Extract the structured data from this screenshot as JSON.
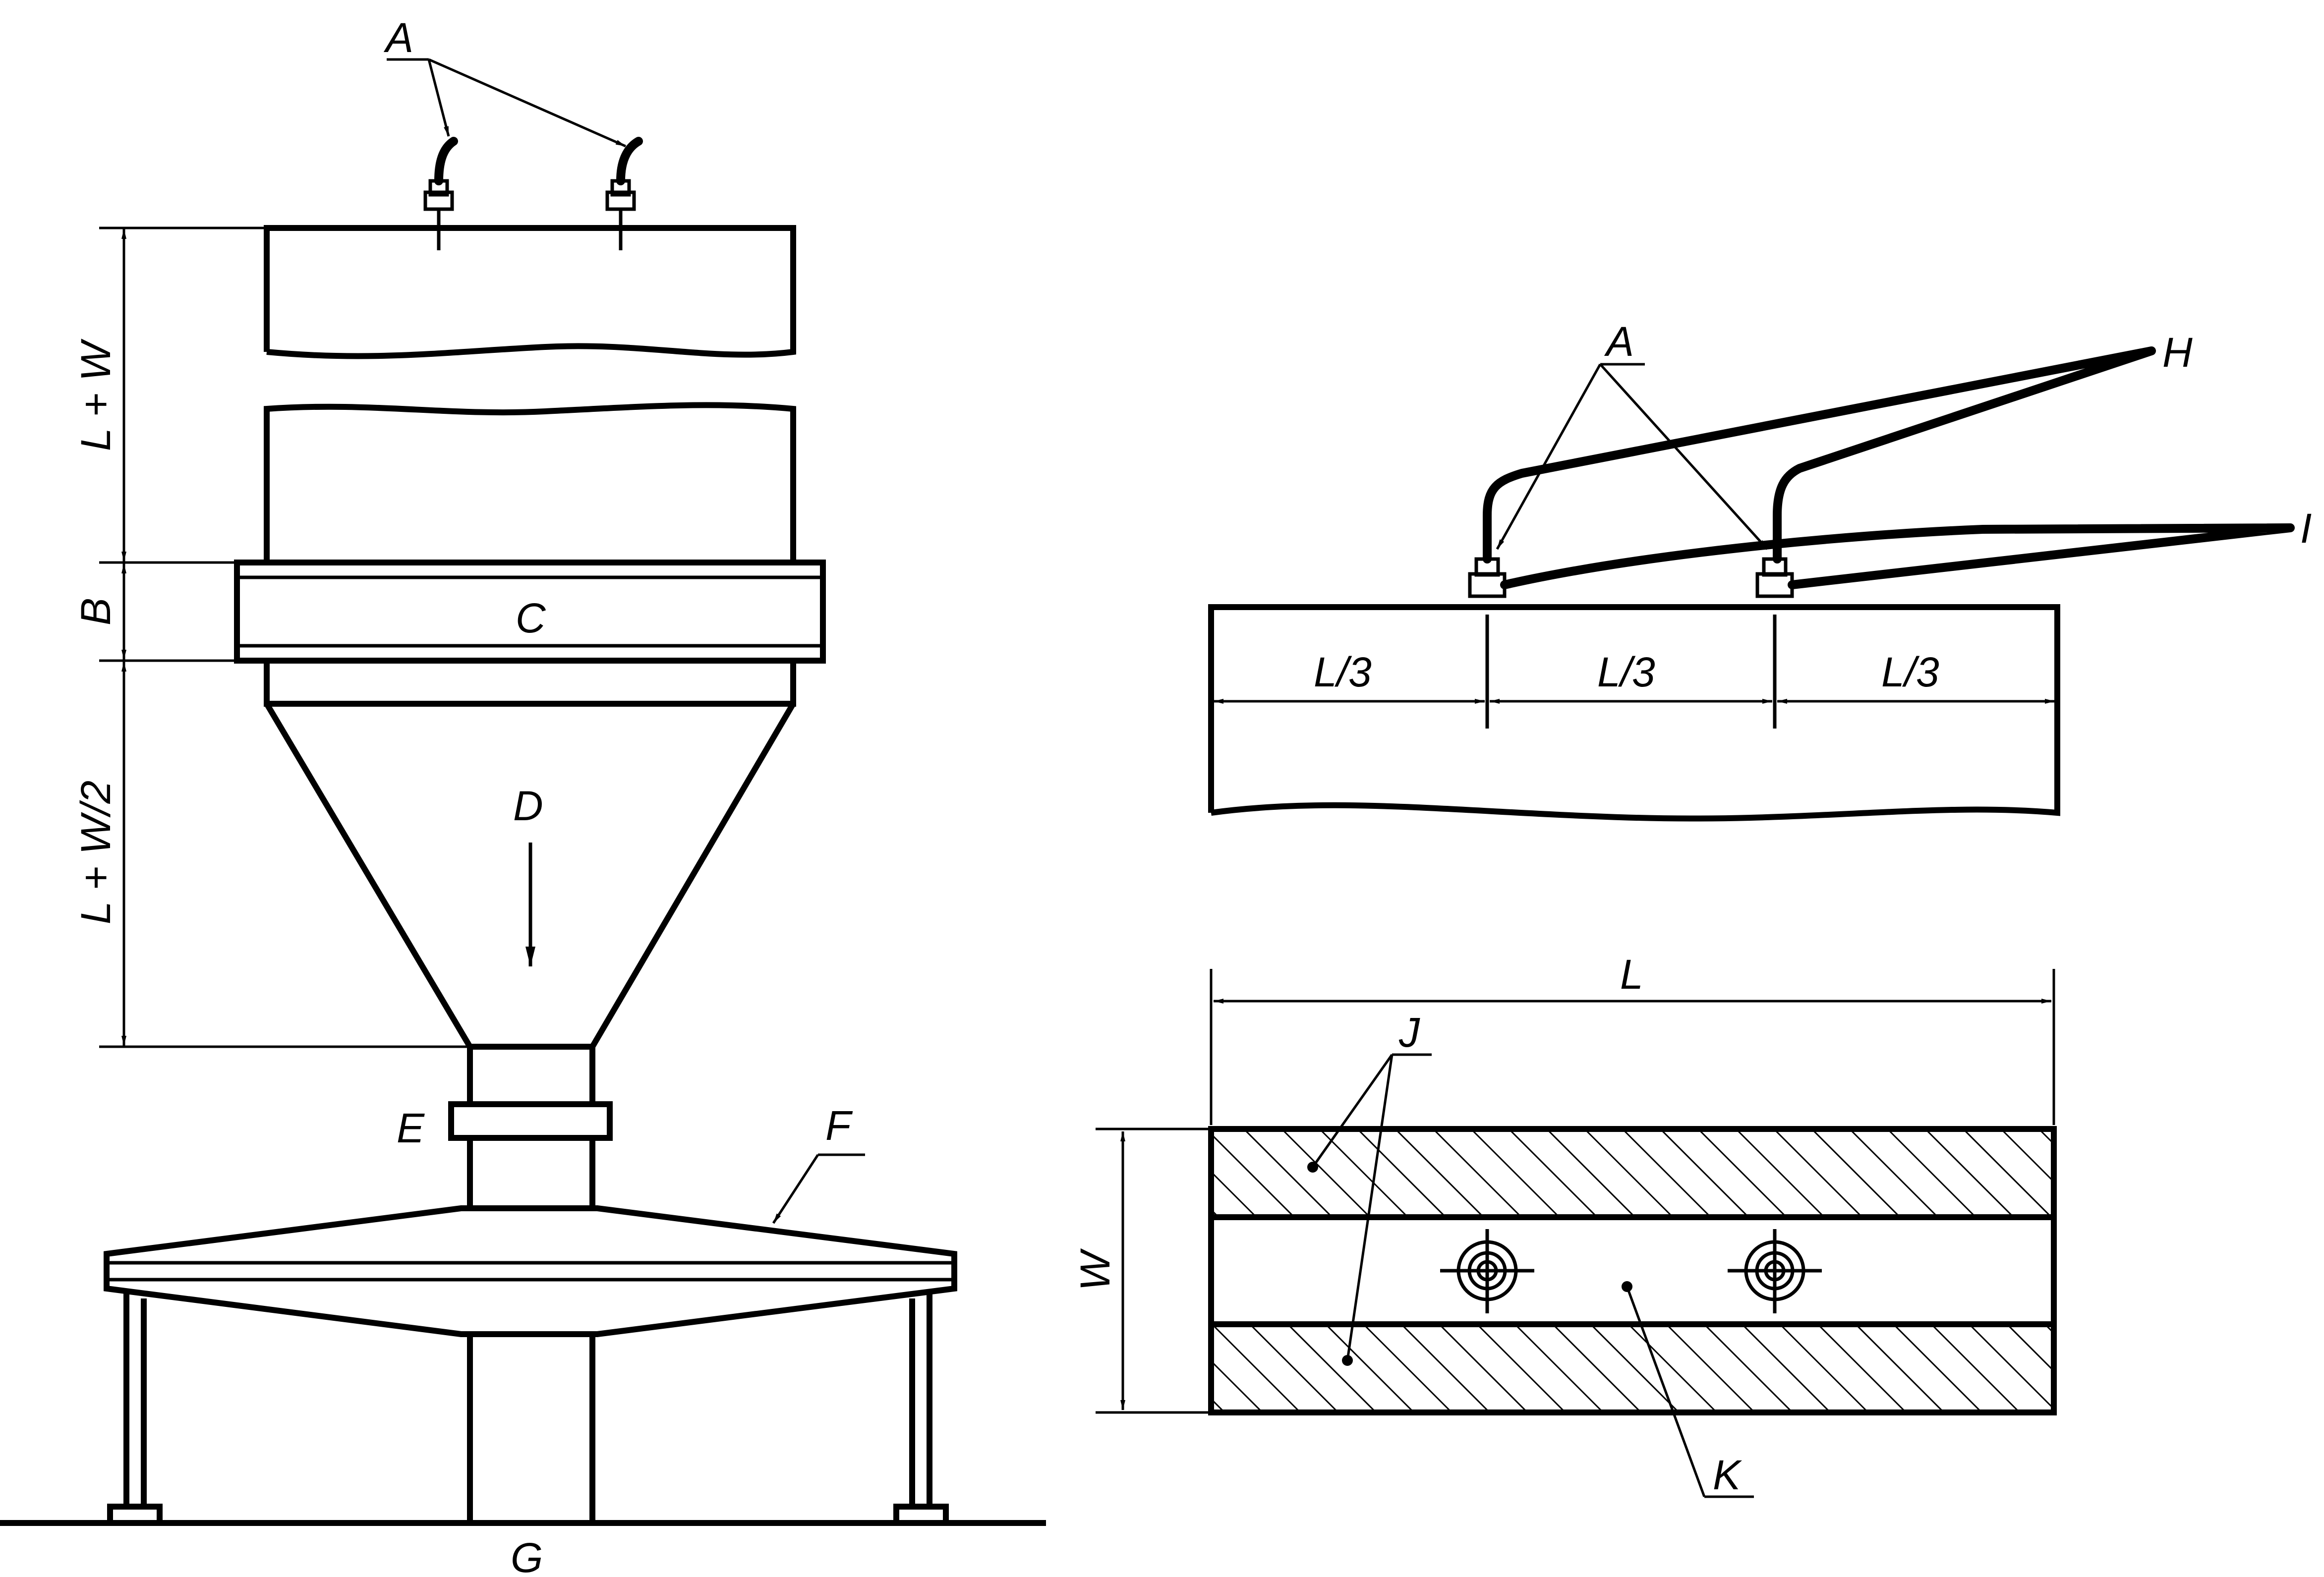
{
  "diagram": {
    "labels": {
      "A_left": "A",
      "A_right": "A",
      "B": "B",
      "C": "C",
      "D": "D",
      "E": "E",
      "F": "F",
      "G": "G",
      "H": "H",
      "I": "I",
      "J": "J",
      "K": "K"
    },
    "dimensions": {
      "height_upper": "L + W",
      "height_band": "B",
      "height_lower": "L + W/2",
      "third_1": "L/3",
      "third_2": "L/3",
      "third_3": "L/3",
      "length": "L",
      "width": "W"
    }
  }
}
